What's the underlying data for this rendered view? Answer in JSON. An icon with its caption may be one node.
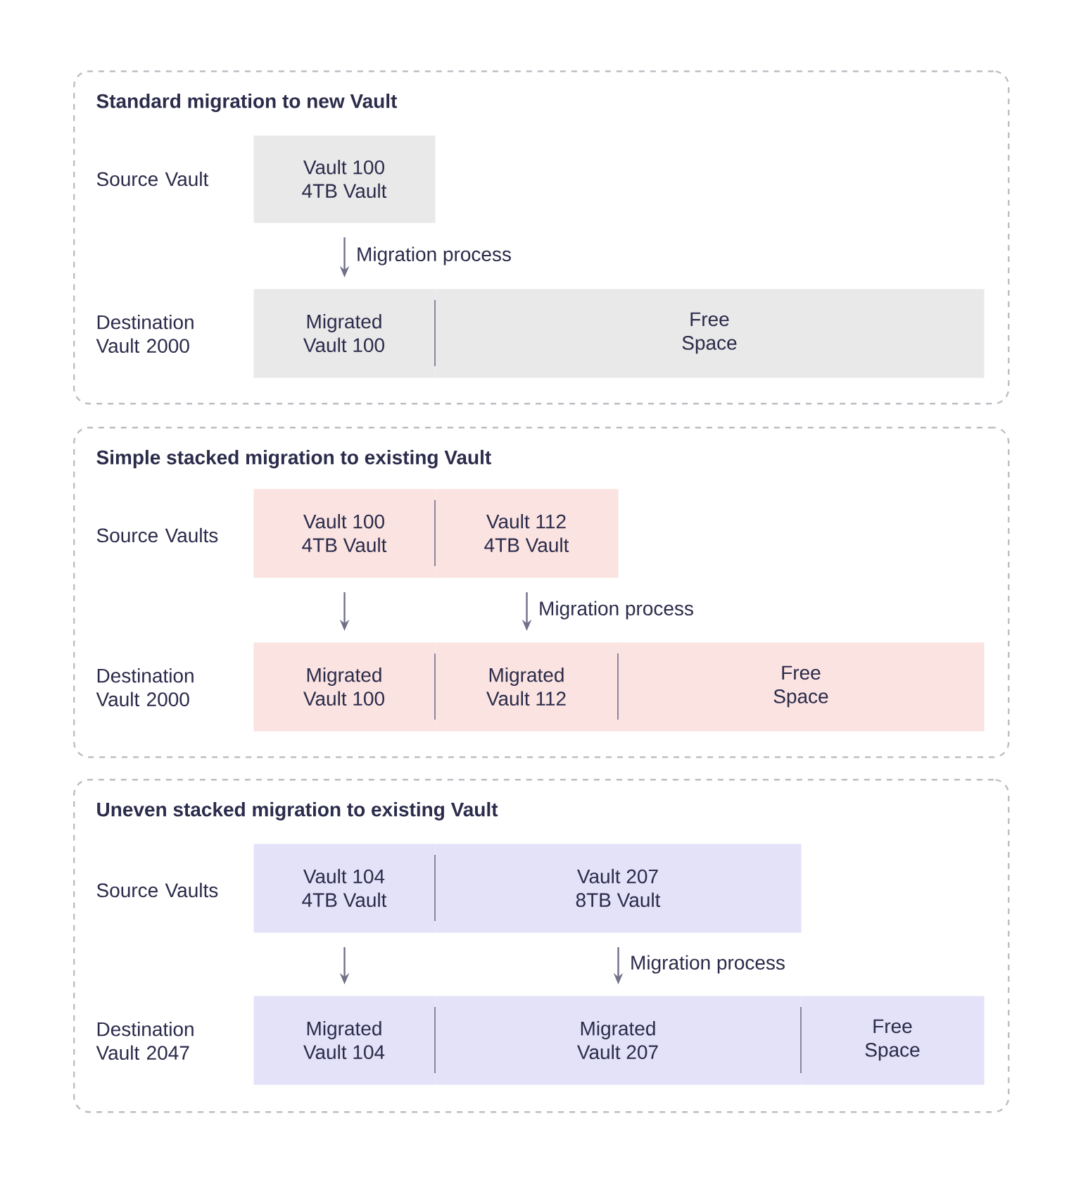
{
  "diagram": {
    "nodes": [
      {
        "text": [
          "Standard migration to new Vault"
        ]
      },
      {
        "text": [
          "Vault 100",
          "4TB Vault"
        ],
        "in": 0
      },
      {
        "text": [
          "Migrated",
          "Vault 100"
        ],
        "in": 0
      },
      {
        "text": [
          "Free",
          "Space"
        ],
        "in": 0
      },
      {
        "text": [
          "Simple stacked migration to existing Vault"
        ]
      },
      {
        "text": [
          "Vault 100",
          "4TB Vault"
        ],
        "in": 4
      },
      {
        "text": [
          "Vault 112",
          "4TB Vault"
        ],
        "in": 4
      },
      {
        "text": [
          "Migrated",
          "Vault 100"
        ],
        "in": 4
      },
      {
        "text": [
          "Migrated",
          "Vault 112"
        ],
        "in": 4
      },
      {
        "text": [
          "Free",
          "Space"
        ],
        "in": 4
      },
      {
        "text": [
          "Uneven stacked migration to existing Vault"
        ]
      },
      {
        "text": [
          "Vault 104",
          "4TB Vault"
        ],
        "in": 10
      },
      {
        "text": [
          "Vault 207",
          "8TB Vault"
        ],
        "in": 10
      },
      {
        "text": [
          "Migrated",
          "Vault 104"
        ],
        "in": 10
      },
      {
        "text": [
          "Migrated",
          "Vault 207"
        ],
        "in": 10
      },
      {
        "text": [
          "Free",
          "Space"
        ],
        "in": 10
      }
    ],
    "edges": [
      {
        "from": 1,
        "to": 2,
        "arrow": "to",
        "label": "Migration process"
      },
      {
        "from": 5,
        "to": 7,
        "arrow": "to"
      },
      {
        "from": 6,
        "to": 8,
        "arrow": "to",
        "label": "Migration process"
      },
      {
        "from": 11,
        "to": 13,
        "arrow": "to"
      },
      {
        "from": 12,
        "to": 14,
        "arrow": "to",
        "label": "Migration process"
      }
    ],
    "labels": [
      "Source Vault",
      "Destination Vault 2000",
      "Source Vaults",
      "Destination Vault 2000",
      "Source Vaults",
      "Destination Vault 2047"
    ]
  }
}
